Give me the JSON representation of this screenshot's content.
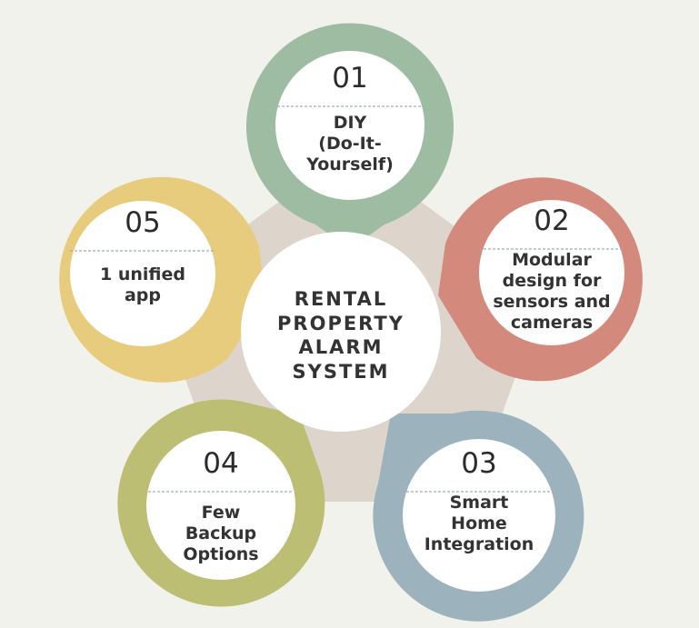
{
  "center": {
    "title": "RENTAL\nPROPERTY\nALARM\nSYSTEM"
  },
  "nodes": [
    {
      "number": "01",
      "text": "DIY\n(Do-It-\nYourself)",
      "color": "#9dbca2"
    },
    {
      "number": "02",
      "text": "Modular\ndesign for\nsensors and\ncameras",
      "color": "#d4897d"
    },
    {
      "number": "03",
      "text": "Smart\nHome\nIntegration",
      "color": "#9cb2bc"
    },
    {
      "number": "04",
      "text": "Few\nBackup\nOptions",
      "color": "#bcbe73"
    },
    {
      "number": "05",
      "text": "1 unified\napp",
      "color": "#e7cc7e"
    }
  ],
  "colors": {
    "background": "#f2f2ec",
    "pentagon": "#ddd5cc",
    "divider": "#9aaeb8"
  }
}
